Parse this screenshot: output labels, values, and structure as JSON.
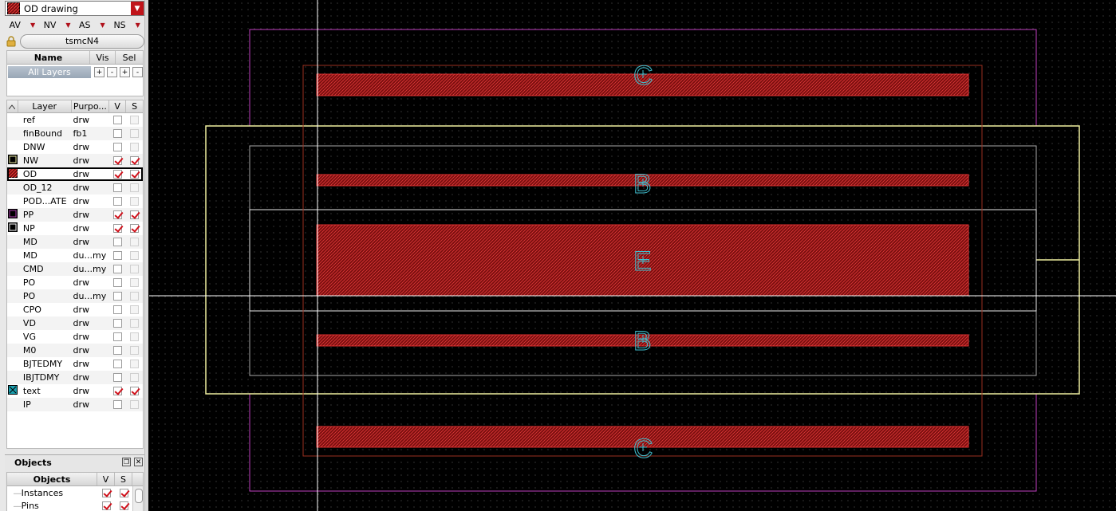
{
  "layer_selector": {
    "label": "OD drawing",
    "icon": "od-hatch-swatch-icon"
  },
  "filters": [
    "AV",
    "NV",
    "AS",
    "NS"
  ],
  "library": {
    "name": "tsmcN4",
    "icon": "lock-icon"
  },
  "sets": {
    "headers": {
      "name": "Name",
      "vis": "Vis",
      "sel": "Sel"
    },
    "all_layers": "All Layers",
    "buttons": [
      "+",
      "-",
      "+",
      "-"
    ]
  },
  "layers": {
    "headers": {
      "layer": "Layer",
      "purpose": "Purpo...",
      "v": "V",
      "s": "S"
    },
    "rows": [
      {
        "name": "ref",
        "purpose": "drw",
        "swatch": "",
        "v": false,
        "s": false
      },
      {
        "name": "finBound",
        "purpose": "fb1",
        "swatch": "",
        "v": false,
        "s": false
      },
      {
        "name": "DNW",
        "purpose": "drw",
        "swatch": "",
        "v": false,
        "s": false
      },
      {
        "name": "NW",
        "purpose": "drw",
        "swatch": "#e8e8a0",
        "v": true,
        "s": true
      },
      {
        "name": "OD",
        "purpose": "drw",
        "swatch": "od",
        "v": true,
        "s": true,
        "selected": true
      },
      {
        "name": "OD_12",
        "purpose": "drw",
        "swatch": "",
        "v": false,
        "s": false
      },
      {
        "name": "POD...ATE",
        "purpose": "drw",
        "swatch": "",
        "v": false,
        "s": false
      },
      {
        "name": "PP",
        "purpose": "drw",
        "swatch": "#b040b0",
        "v": true,
        "s": true
      },
      {
        "name": "NP",
        "purpose": "drw",
        "swatch": "#ffffff",
        "v": true,
        "s": true
      },
      {
        "name": "MD",
        "purpose": "drw",
        "swatch": "",
        "v": false,
        "s": false
      },
      {
        "name": "MD",
        "purpose": "du...my",
        "swatch": "",
        "v": false,
        "s": false
      },
      {
        "name": "CMD",
        "purpose": "du...my",
        "swatch": "",
        "v": false,
        "s": false
      },
      {
        "name": "PO",
        "purpose": "drw",
        "swatch": "",
        "v": false,
        "s": false
      },
      {
        "name": "PO",
        "purpose": "du...my",
        "swatch": "",
        "v": false,
        "s": false
      },
      {
        "name": "CPO",
        "purpose": "drw",
        "swatch": "",
        "v": false,
        "s": false
      },
      {
        "name": "VD",
        "purpose": "drw",
        "swatch": "",
        "v": false,
        "s": false
      },
      {
        "name": "VG",
        "purpose": "drw",
        "swatch": "",
        "v": false,
        "s": false
      },
      {
        "name": "M0",
        "purpose": "drw",
        "swatch": "",
        "v": false,
        "s": false
      },
      {
        "name": "BJTEDMY",
        "purpose": "drw",
        "swatch": "",
        "v": false,
        "s": false
      },
      {
        "name": "IBJTDMY",
        "purpose": "drw",
        "swatch": "",
        "v": false,
        "s": false
      },
      {
        "name": "text",
        "purpose": "drw",
        "swatch": "text",
        "v": true,
        "s": true
      },
      {
        "name": "IP",
        "purpose": "drw",
        "swatch": "",
        "v": false,
        "s": false
      }
    ]
  },
  "objects": {
    "title": "Objects",
    "headers": {
      "name": "Objects",
      "v": "V",
      "s": "S"
    },
    "rows": [
      {
        "name": "Instances",
        "v": true,
        "s": true
      },
      {
        "name": "Pins",
        "v": true,
        "s": true
      }
    ]
  },
  "canvas": {
    "labels": [
      "C",
      "B",
      "E",
      "B",
      "C"
    ],
    "colors": {
      "od_fill": "#8b1a1a",
      "od_edge": "#e03030",
      "pp_outline": "#c040c0",
      "nw_outline": "#f0f0a0",
      "np_outline": "#e8e8e8",
      "label_color": "#40c0d0",
      "crosshair": "#ffffff"
    }
  }
}
